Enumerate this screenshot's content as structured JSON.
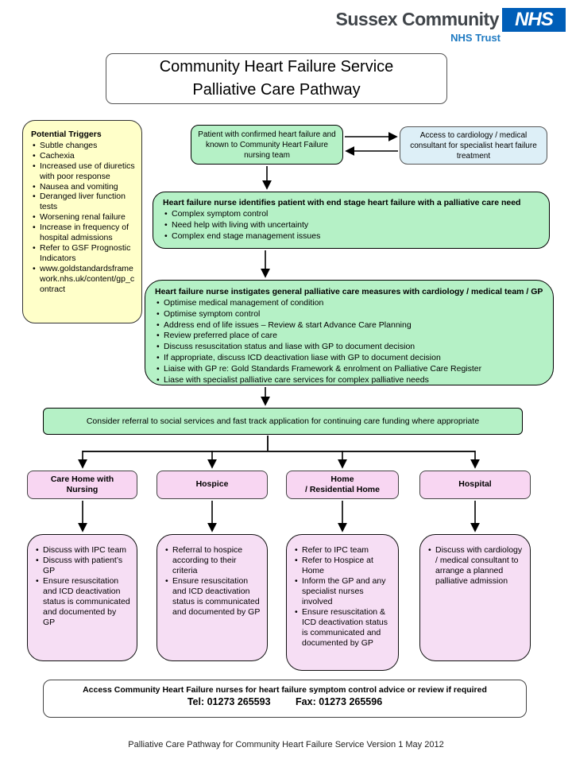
{
  "header": {
    "org_name": "Sussex Community",
    "nhs_logo": "NHS",
    "trust_label": "NHS Trust"
  },
  "title": {
    "line1": "Community Heart Failure Service",
    "line2": "Palliative Care Pathway"
  },
  "triggers": {
    "heading": "Potential Triggers",
    "items": [
      "Subtle changes",
      "Cachexia",
      "Increased use of diuretics with poor response",
      "Nausea and vomiting",
      "Deranged liver function tests",
      "Worsening renal failure",
      "Increase in frequency of hospital admissions",
      "Refer to GSF Prognostic Indicators",
      "www.goldstandardsframework.nhs.uk/content/gp_contract"
    ]
  },
  "patient_box": {
    "text": "Patient with confirmed heart failure and known to Community Heart Failure nursing team"
  },
  "cardiology_box": {
    "text": "Access to cardiology / medical consultant for specialist heart failure treatment"
  },
  "identify_box": {
    "heading": "Heart failure nurse identifies patient with end stage heart failure with a palliative care need",
    "items": [
      "Complex symptom control",
      "Need help with living with uncertainty",
      "Complex end stage management issues"
    ]
  },
  "instigate_box": {
    "heading": "Heart failure nurse instigates general palliative care measures with cardiology / medical team / GP",
    "items": [
      "Optimise  medical management of condition",
      "Optimise symptom control",
      "Address end of life issues – Review & start Advance Care Planning",
      "Review preferred place of care",
      "Discuss resuscitation status and liase with GP to document decision",
      "If appropriate, discuss ICD deactivation liase with GP to document decision",
      "Liaise with GP re: Gold Standards Framework & enrolment on Palliative Care Register",
      "Liase with specialist palliative care services for complex palliative needs"
    ]
  },
  "referral_box": {
    "text": "Consider referral to social services and fast track application for continuing care funding where appropriate"
  },
  "settings": [
    {
      "label": "Care Home with\nNursing",
      "items": [
        "Discuss with IPC team",
        "Discuss with patient’s GP",
        "Ensure resuscitation and ICD deactivation status is communicated and documented by GP"
      ]
    },
    {
      "label": "Hospice",
      "items": [
        "Referral to hospice according to their criteria",
        "Ensure resuscitation and ICD deactivation status is communicated and documented by GP"
      ]
    },
    {
      "label": "Home\n/ Residential Home",
      "items": [
        "Refer to IPC team",
        "Refer to Hospice at Home",
        "Inform the GP and any specialist nurses involved",
        "Ensure resuscitation & ICD deactivation status is communicated and documented by GP"
      ]
    },
    {
      "label": "Hospital",
      "items": [
        "Discuss with cardiology / medical consultant to arrange a planned palliative admission"
      ]
    }
  ],
  "access_box": {
    "line1": "Access Community Heart Failure nurses for heart failure symptom control advice or review if required",
    "tel": "Tel: 01273 265593",
    "fax": "Fax: 01273 265596"
  },
  "footer": {
    "text": "Palliative Care Pathway for Community Heart Failure Service Version 1 May 2012"
  },
  "colors": {
    "nhs_blue": "#005eb8",
    "nhs_trust_blue": "#1e7ac2",
    "green": "#b5f1c6",
    "blue_box": "#ddeff7",
    "yellow": "#ffffc9",
    "pink": "#f8d6f2",
    "pink_light": "#f6def4"
  }
}
